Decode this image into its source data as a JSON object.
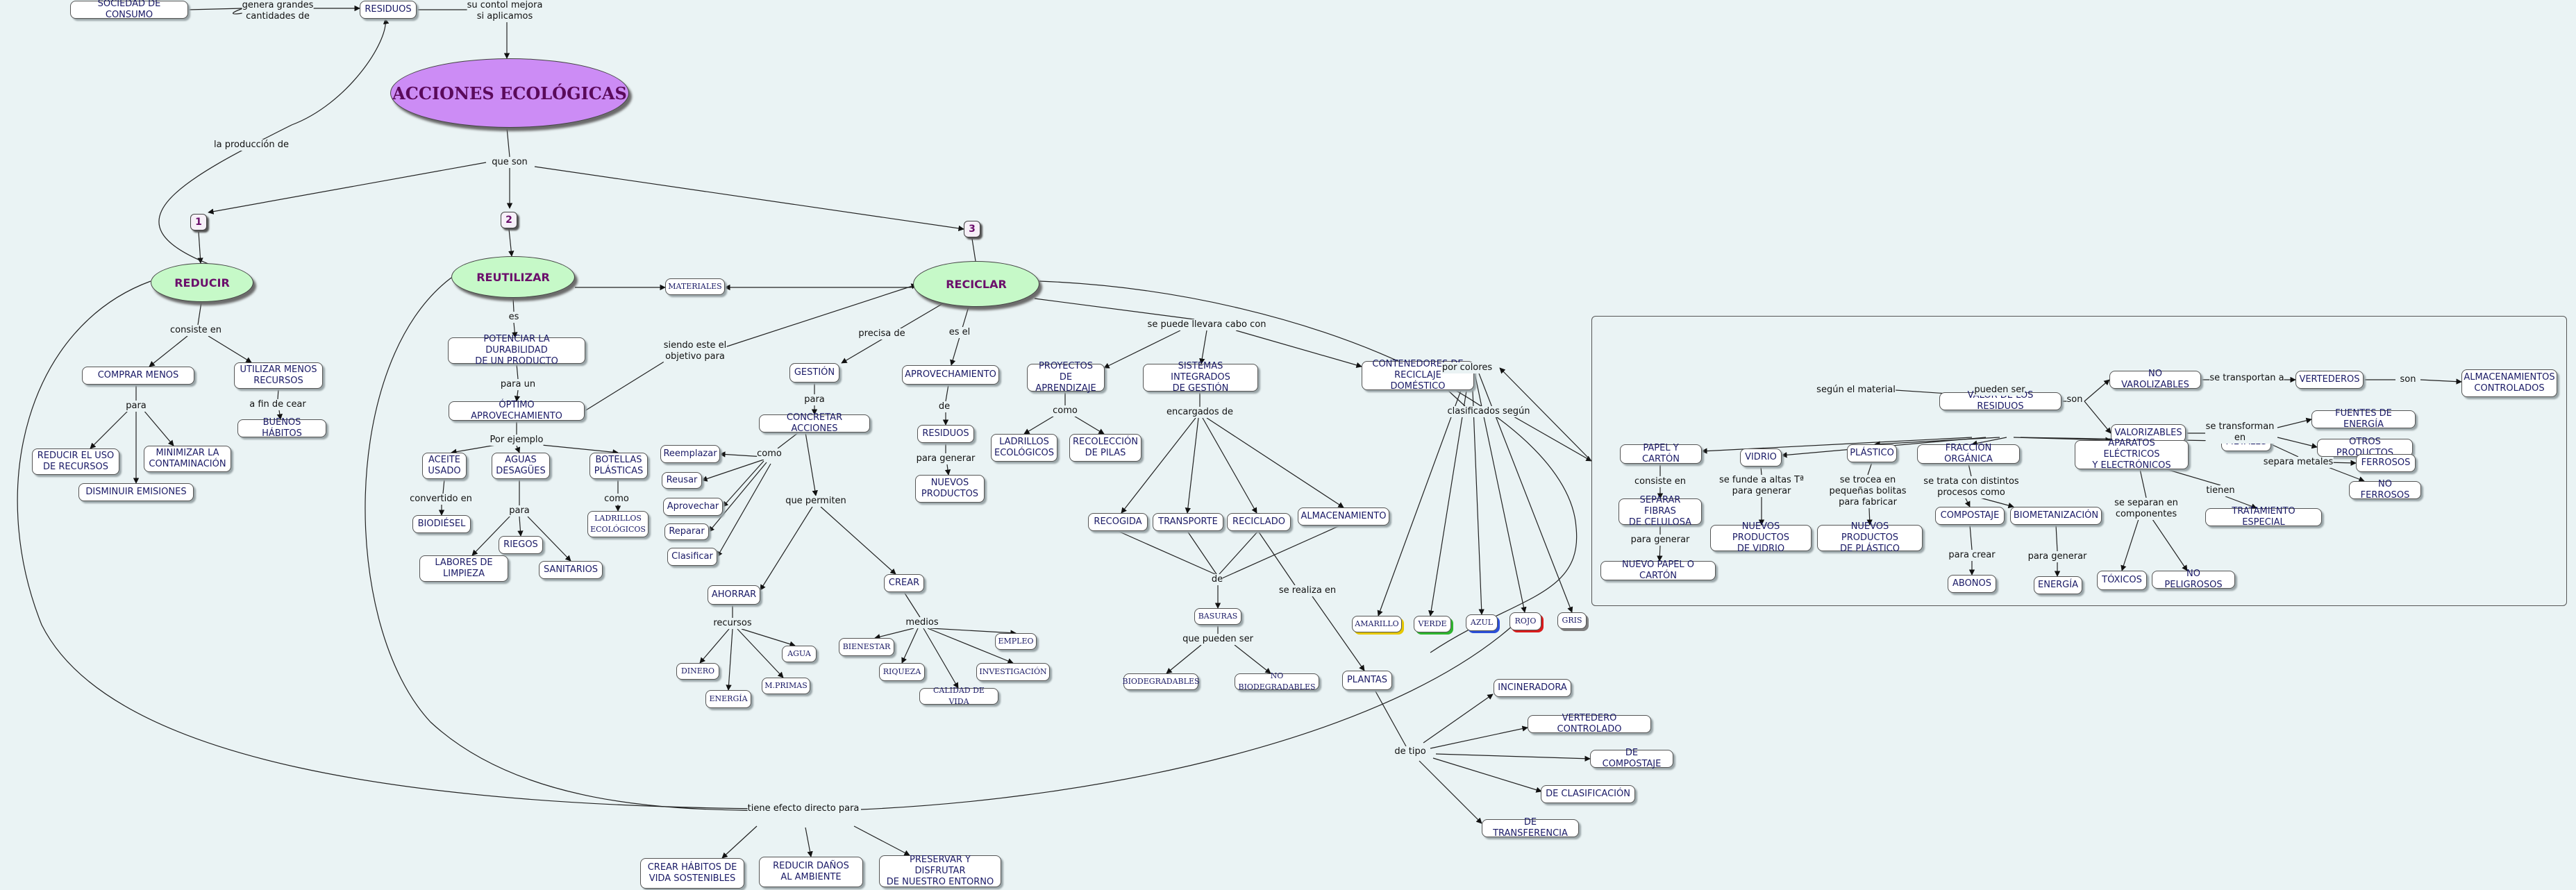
{
  "nodes": {
    "sociedad": "SOCIEDAD DE CONSUMO",
    "residuos_top": "RESIDUOS",
    "acciones": "ACCIONES ECOLÓGICAS",
    "num1": "1",
    "num2": "2",
    "num3": "3",
    "reducir": "REDUCIR",
    "reutilizar": "REUTILIZAR",
    "reciclar": "RECICLAR",
    "materiales": "MATERIALES",
    "comprar_menos": "COMPRAR MENOS",
    "utilizar_menos": "UTILIZAR MENOS\nRECURSOS",
    "buenos_habitos": "BUENOS HÁBITOS",
    "reducir_uso": "REDUCIR EL USO\nDE RECURSOS",
    "minimizar": "MINIMIZAR LA\nCONTAMINACIÓN",
    "disminuir": "DISMINUIR EMISIONES",
    "potenciar": "POTENCIAR LA DURABILIDAD\nDE UN PRODUCTO",
    "optimo": "ÓPTIMO APROVECHAMIENTO",
    "aceite": "ACEITE\nUSADO",
    "aguas": "AGUAS\nDESAGÜES",
    "botellas": "BOTELLAS\nPLÁSTICAS",
    "biodiesel": "BIODIÉSEL",
    "riegos": "RIEGOS",
    "labores": "LABORES DE\nLIMPIEZA",
    "sanitarios": "SANITARIOS",
    "ladrillos_eco_serif": "LADRILLOS\nECOLÓGICOS",
    "gestion": "GESTIÓN",
    "concretar": "CONCRETAR ACCIONES",
    "reemplazar": "Reemplazar",
    "reusar": "Reusar",
    "aprovechar": "Aprovechar",
    "reparar": "Reparar",
    "clasificar": "Clasificar",
    "ahorrar": "AHORRAR",
    "crear": "CREAR",
    "dinero": "DINERO",
    "energia_serif": "ENERGÍA",
    "mprimas": "M.PRIMAS",
    "agua": "AGUA",
    "bienestar": "BIENESTAR",
    "riqueza": "RIQUEZA",
    "calidad": "CALIDAD DE VIDA",
    "investigacion": "INVESTIGACIÓN",
    "empleo": "EMPLEO",
    "aprovechamiento": "APROVECHAMIENTO",
    "residuos_mid": "RESIDUOS",
    "nuevos_productos": "NUEVOS\nPRODUCTOS",
    "proyectos": "PROYECTOS DE\nAPRENDIZAJE",
    "ladrillos_eco": "LADRILLOS\nECOLÓGICOS",
    "recoleccion": "RECOLECCIÓN\nDE PILAS",
    "sistemas": "SISTEMAS INTEGRADOS\nDE GESTIÓN",
    "recogida": "RECOGIDA",
    "transporte": "TRANSPORTE",
    "reciclado": "RECICLADO",
    "almacenamiento": "ALMACENAMIENTO",
    "basuras": "BASURAS",
    "biodegradables": "BIODEGRADABLES",
    "no_biodegradables": "NO BIODEGRADABLES",
    "plantas": "PLANTAS",
    "incineradora": "INCINERADORA",
    "vertedero_controlado": "VERTEDERO CONTROLADO",
    "de_compostaje": "DE COMPOSTAJE",
    "de_clasificacion": "DE CLASIFICACIÓN",
    "de_transferencia": "DE TRANSFERENCIA",
    "contenedores": "CONTENEDORES DE\nRECICLAJE DOMÉSTICO",
    "amarillo": "AMARILLO",
    "verde": "VERDE",
    "azul": "AZUL",
    "rojo": "ROJO",
    "gris": "GRIS",
    "valor": "VALOR DE LOS RESIDUOS",
    "no_valorizables": "NO VAROLIZABLES",
    "vertederos": "VERTEDEROS",
    "almacenamientos": "ALMACENAMIENTOS\nCONTROLADOS",
    "valorizables": "VALORIZABLES",
    "fuentes": "FUENTES DE ENERGÍA",
    "otros": "OTROS PRODUCTOS",
    "papel": "PAPEL Y CARTÓN",
    "separar_fibras": "SEPARAR FIBRAS\nDE CELULOSA",
    "nuevo_papel": "NUEVO PAPEL O CARTÓN",
    "vidrio": "VIDRIO",
    "nuevos_vidrio": "NUEVOS PRODUCTOS\nDE VIDRIO",
    "plastico": "PLÁSTICO",
    "nuevos_plastico": "NUEVOS PRODUCTOS\nDE PLÁSTICO",
    "fraccion": "FRACCIÓN ORGÁNICA",
    "compostaje": "COMPOSTAJE",
    "biometanizacion": "BIOMETANIZACIÓN",
    "abonos": "ABONOS",
    "energia": "ENERGÍA",
    "aparatos": "APARATOS ELÉCTRICOS\nY ELECTRÓNICOS",
    "toxicos": "TÓXICOS",
    "no_peligrosos": "NO PELIGROSOS",
    "tratamiento": "TRATAMIENTO ESPECIAL",
    "metales": "METALES",
    "ferrosos": "FERROSOS",
    "no_ferrosos": "NO FERROSOS",
    "crear_habitos": "CREAR HÁBITOS DE\nVIDA SOSTENIBLES",
    "reducir_danos": "REDUCIR DAÑOS\nAL AMBIENTE",
    "preservar": "PRESERVAR Y DISFRUTAR\nDE NUESTRO ENTORNO"
  },
  "labels": {
    "genera": "genera grandes\ncantidades de",
    "su_control": "su contol mejora\nsi aplicamos",
    "produccion": "la producción de",
    "que_son": "que son",
    "consiste_en": "consiste en",
    "para_a": "para",
    "a_fin": "a fin de cear",
    "es": "es",
    "para_un": "para un",
    "por_ejemplo": "Por ejemplo",
    "convertido": "convertido en",
    "para_b": "para",
    "como_a": "como",
    "siendo": "siendo este el\nobjetivo para",
    "precisa": "precisa de",
    "para_c": "para",
    "como_b": "como",
    "que_permiten": "que permiten",
    "recursos": "recursos",
    "medios": "medios",
    "es_el": "es el",
    "de_a": "de",
    "para_generar": "para generar",
    "se_puede": "se puede llevara cabo con",
    "como_c": "como",
    "encargados": "encargados de",
    "de_b": "de",
    "que_pueden": "que pueden ser",
    "se_realiza": "se realiza en",
    "de_tipo": "de tipo",
    "clasificados": "clasificados según",
    "por_colores": "por colores",
    "segun_material": "según el material",
    "pueden_ser": "pueden ser",
    "son_a": "son",
    "se_transportan": "se transportan a",
    "son_b": "son",
    "se_transforman": "se  transforman\nen",
    "consiste_en_b": "consiste en",
    "para_generar_b": "para generar",
    "se_funde": "se funde a altas Tª\npara generar",
    "se_trocea": "se trocea en\npequeñas bolitas\npara fabricar",
    "se_trata": "se trata con distintos\nprocesos como",
    "para_crear": "para crear",
    "para_generar_c": "para generar",
    "se_separan": "se separan  en\ncomponentes",
    "tienen": "tienen",
    "separa_metales": "separa metales",
    "tiene_efecto": "tiene efecto directo para"
  },
  "colors": {
    "amarillo": "#e6c800",
    "verde": "#2fb52f",
    "azul": "#2b4fd8",
    "rojo": "#d81b1b",
    "gris": "#808080",
    "green_oval": "#c6f9c8",
    "purple_oval": "#cc8cf5"
  }
}
